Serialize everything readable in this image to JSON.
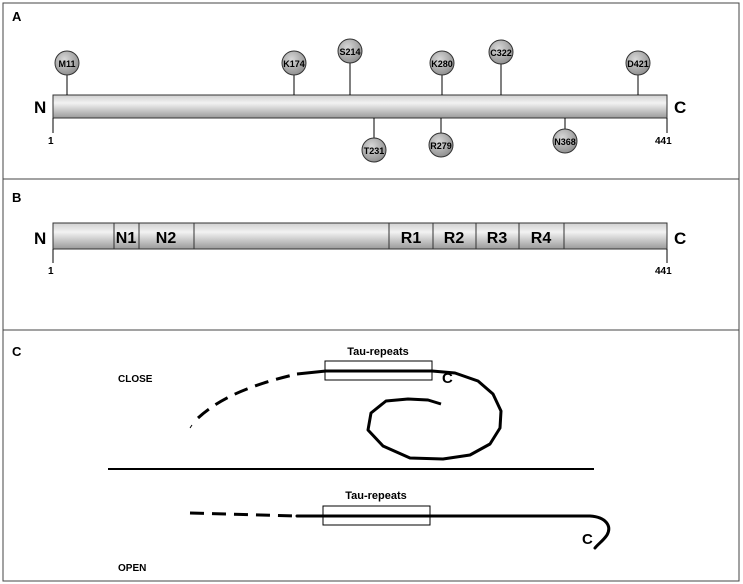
{
  "panels": {
    "a": {
      "letter": "A",
      "n_terminus": "N",
      "c_terminus": "C",
      "start": "1",
      "end": "441",
      "sites_above": [
        "M11",
        "K174",
        "S214",
        "K280",
        "C322",
        "D421"
      ],
      "sites_below": [
        "T231",
        "R279",
        "N368"
      ]
    },
    "b": {
      "letter": "B",
      "n_terminus": "N",
      "c_terminus": "C",
      "start": "1",
      "end": "441",
      "domains": [
        "N1",
        "N2",
        "R1",
        "R2",
        "R3",
        "R4"
      ]
    },
    "c": {
      "letter": "C",
      "close_label": "CLOSE",
      "open_label": "OPEN",
      "repeats_label_close": "Tau-repeats",
      "repeats_label_open": "Tau-repeats",
      "c_close": "C",
      "c_open": "C"
    }
  },
  "colors": {
    "bar_light": "#f2f2f2",
    "bar_dark": "#9a9a9a",
    "site_fill": "#a6a6a6",
    "stroke": "#000000"
  }
}
